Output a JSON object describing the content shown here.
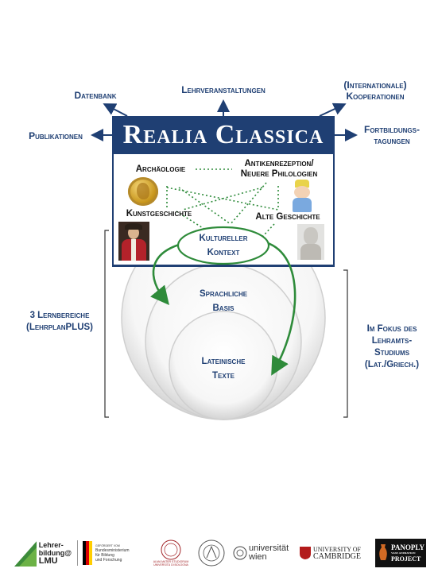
{
  "title": "Realia Classica",
  "arrows": {
    "top_left": "Datenbank",
    "top_center": "Lehrveranstaltungen",
    "top_right_1": "(Internationale)",
    "top_right_2": "Kooperationen",
    "left": "Publikationen",
    "right_1": "Fortbildungs-",
    "right_2": "tagungen"
  },
  "disciplines": {
    "archaeologie": "Archäologie",
    "antikenrezeption_1": "Antikenrezeption/",
    "antikenrezeption_2": "Neuere Philologien",
    "kunstgeschichte": "Kunstgeschichte",
    "alte_geschichte": "Alte Geschichte"
  },
  "circles": {
    "kontext_1": "Kultureller",
    "kontext_2": "Kontext",
    "basis_1": "Sprachliche",
    "basis_2": "Basis",
    "texte_1": "Lateinische",
    "texte_2": "Texte"
  },
  "left_bracket": {
    "line1": "3 Lernbereiche",
    "line2": "(LehrplanPLUS)"
  },
  "right_bracket": {
    "line1": "Im Fokus des",
    "line2": "Lehramts-",
    "line3": "Studiums",
    "line4": "(Lat./Griech.)"
  },
  "logos": {
    "lmu_1": "Lehrer-",
    "lmu_2": "bildung@",
    "lmu_3": "LMU",
    "bmbf_small": "GEFÖRDERT VOM",
    "bmbf_1": "Bundesministerium",
    "bmbf_2": "für Bildung",
    "bmbf_3": "und Forschung",
    "bologna_1": "ALMA MATER STUDIORUM",
    "bologna_2": "UNIVERSITÀ DI BOLOGNA",
    "wien_1": "universität",
    "wien_2": "wien",
    "cambridge_1": "UNIVERSITY OF",
    "cambridge_2": "CAMBRIDGE",
    "panoply_1": "PANOPLY",
    "panoply_2": "VASE ANIMATION",
    "panoply_3": "PROJECT"
  },
  "colors": {
    "navy": "#1f3f73",
    "green": "#2e8b3a"
  }
}
